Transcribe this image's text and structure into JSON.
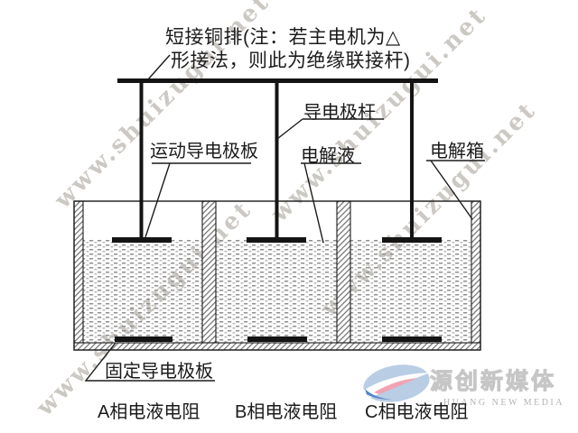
{
  "watermark": {
    "text": "www.shuizugui.net",
    "color": "#ccc8c3"
  },
  "note": {
    "line1": "短接铜排(注：若主电机为△",
    "line2": "形接法，则此为绝缘联接杆)"
  },
  "labels": {
    "moving_plate": "运动导电极板",
    "electrode_rod": "导电极杆",
    "electrolyte": "电解液",
    "electrolyte_tank": "电解箱",
    "fixed_plate": "固定导电极板",
    "phase_a": "A相电液电阻",
    "phase_b": "B相电液电阻",
    "phase_c": "C相电液电阻"
  },
  "logo": {
    "cn_text": "源创新媒体",
    "en_text": "HUANG NEW MEDIA",
    "blue": "#4e85c5",
    "light_blue": "#b9cde5",
    "pink": "#f2a3b1"
  },
  "colors": {
    "line": "#1b1b1b",
    "hatch": "#6f6f6f",
    "liquid_dot": "#8f8f8f",
    "watermark": "#ccc8c3"
  }
}
